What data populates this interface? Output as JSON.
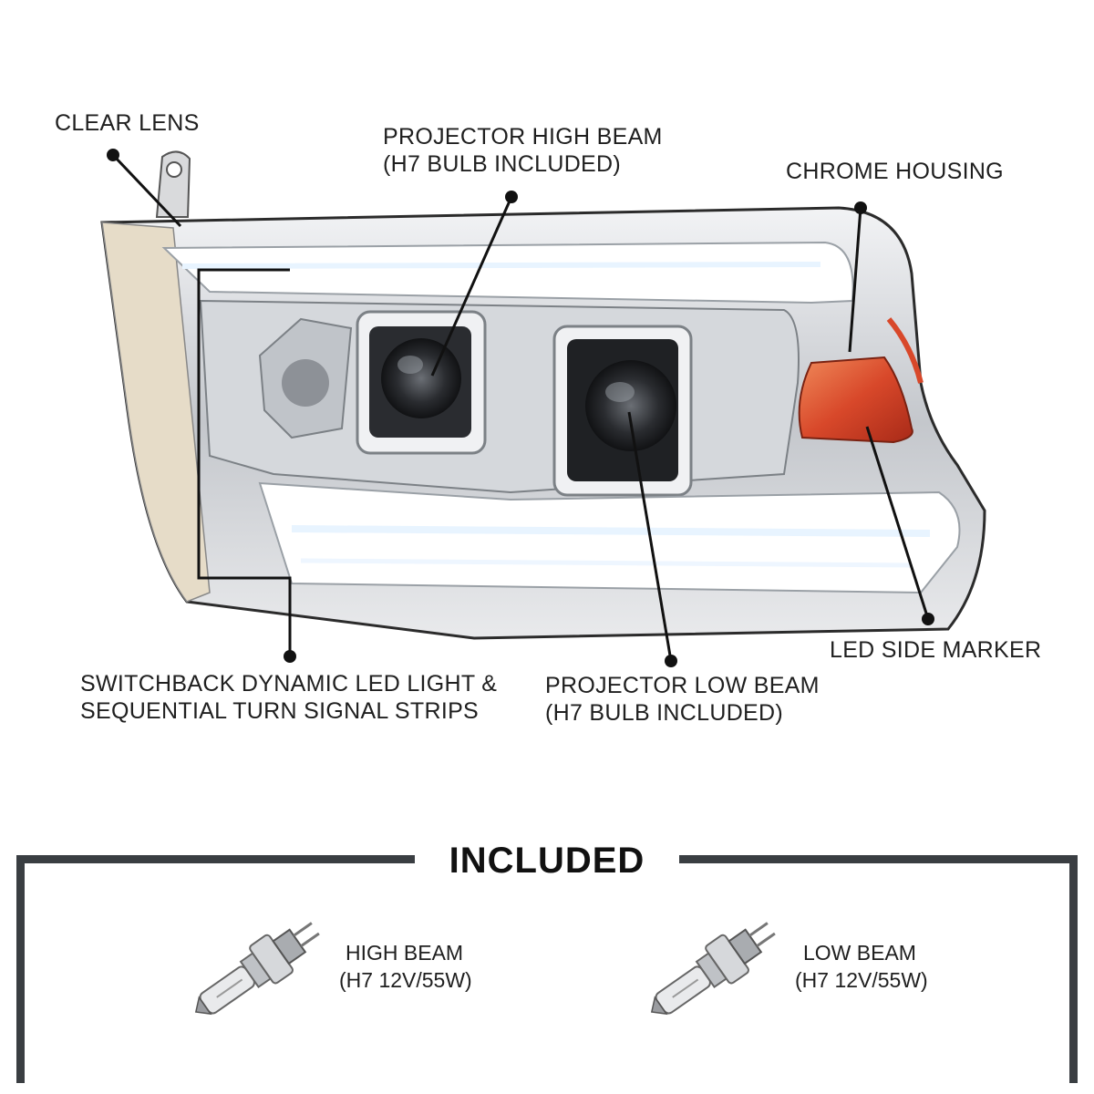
{
  "callouts": {
    "clear_lens": "CLEAR LENS",
    "projector_high_beam": [
      "PROJECTOR HIGH BEAM",
      "(H7 BULB INCLUDED)"
    ],
    "chrome_housing": "CHROME HOUSING",
    "led_side_marker": "LED SIDE MARKER",
    "switchback": [
      "SWITCHBACK DYNAMIC LED LIGHT &",
      "SEQUENTIAL TURN SIGNAL STRIPS"
    ],
    "projector_low_beam": [
      "PROJECTOR LOW BEAM",
      "(H7 BULB INCLUDED)"
    ]
  },
  "included": {
    "title": "INCLUDED",
    "items": [
      {
        "name": "HIGH BEAM",
        "spec": "(H7 12V/55W)"
      },
      {
        "name": "LOW BEAM",
        "spec": "(H7 12V/55W)"
      }
    ]
  },
  "colors": {
    "frame": "#3a3e42",
    "amber_marker": "#d8482a",
    "chrome": "#c9ccd0",
    "leader_line": "#111111"
  }
}
